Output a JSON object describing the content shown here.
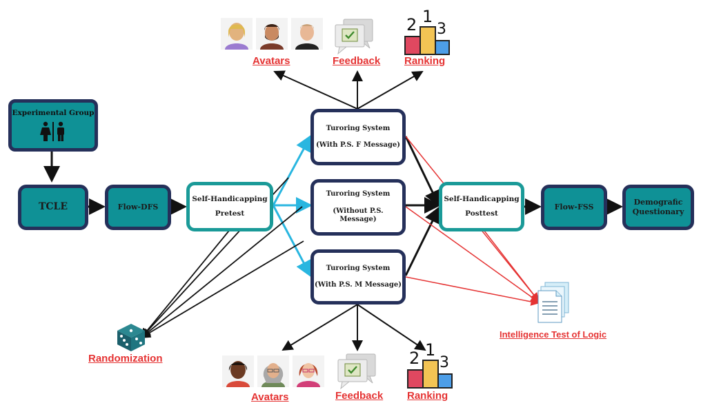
{
  "nodes": {
    "experimental_group": "Experimental Group",
    "tcle": "TCLE",
    "flow_dfs": "Flow-DFS",
    "pretest_line1": "Self-Handicapping",
    "pretest_line2": "Pretest",
    "ts_f_line1": "Turoring System",
    "ts_f_line2": "(With P.S. F Message)",
    "ts_none_line1": "Turoring System",
    "ts_none_line2": "(Without P.S. Message)",
    "ts_m_line1": "Turoring System",
    "ts_m_line2": "(With P.S. M Message)",
    "posttest_line1": "Self-Handicapping",
    "posttest_line2": "Posttest",
    "flow_fss": "Flow-FSS",
    "demografic_line1": "Demografic",
    "demografic_line2": "Questionary"
  },
  "labels": {
    "avatars_top": "Avatars",
    "feedback_top": "Feedback",
    "ranking_top": "Ranking",
    "avatars_bottom": "Avatars",
    "feedback_bottom": "Feedback",
    "ranking_bottom": "Ranking",
    "randomization": "Randomization",
    "intelligence_test": "Intelligence Test of Logic"
  },
  "ranking_digits": [
    "2",
    "1",
    "3"
  ],
  "icons": [
    "restroom-icon",
    "avatar-icon",
    "feedback-chat-icon",
    "podium-icon",
    "dice-icon",
    "document-icon"
  ],
  "colors": {
    "teal": "#0f9196",
    "navy": "#25305a",
    "cyan_arrow": "#29b6e0",
    "red_arrow": "#e53333"
  }
}
